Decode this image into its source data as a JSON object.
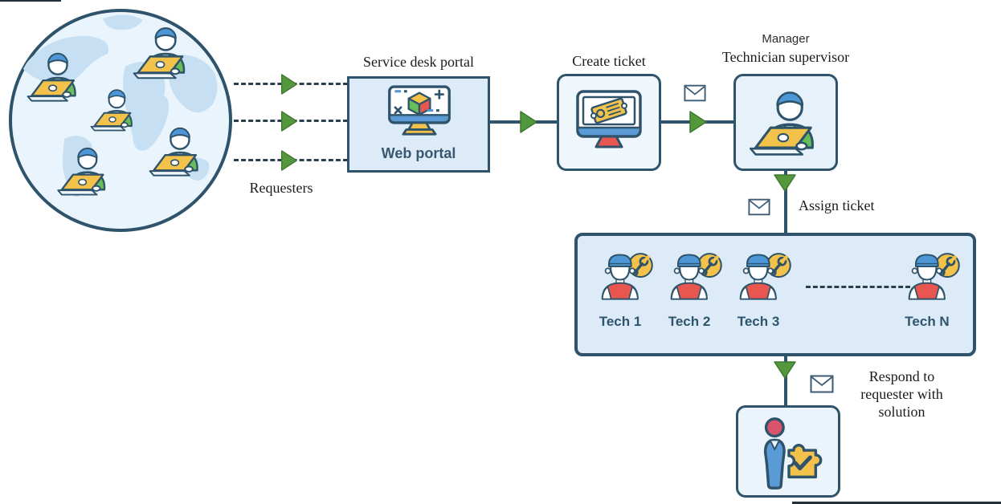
{
  "labels": {
    "requesters": "Requesters",
    "service_desk_portal": "Service desk portal",
    "web_portal": "Web portal",
    "create_ticket": "Create ticket",
    "manager": "Manager",
    "technician_supervisor": "Technician supervisor",
    "assign_ticket": "Assign ticket",
    "respond": "Respond to\nrequester with\nsolution"
  },
  "technicians": [
    {
      "label": "Tech 1"
    },
    {
      "label": "Tech 2"
    },
    {
      "label": "Tech 3"
    },
    {
      "label": "Tech N"
    }
  ],
  "icons": {
    "globe": "globe-with-requesters",
    "requester": "person-with-laptop",
    "web_portal": "monitor-with-cube",
    "create_ticket": "monitor-with-ticket",
    "manager": "person-with-laptop",
    "technician": "person-with-wrench-badge",
    "envelope": "email-envelope",
    "solution": "person-with-puzzle-check",
    "arrow": "green-arrowhead"
  },
  "colors": {
    "outline": "#2e536b",
    "arrow_green": "#55973d",
    "box_fill": "#dcebf7",
    "box_fill_light": "#eef6fc",
    "accent_yellow": "#f3c24b",
    "accent_red": "#e9564f",
    "accent_blue": "#4e97d6",
    "accent_green": "#67bd58",
    "globe_ocean": "#e9f4fc",
    "globe_land": "#c6dff2"
  }
}
